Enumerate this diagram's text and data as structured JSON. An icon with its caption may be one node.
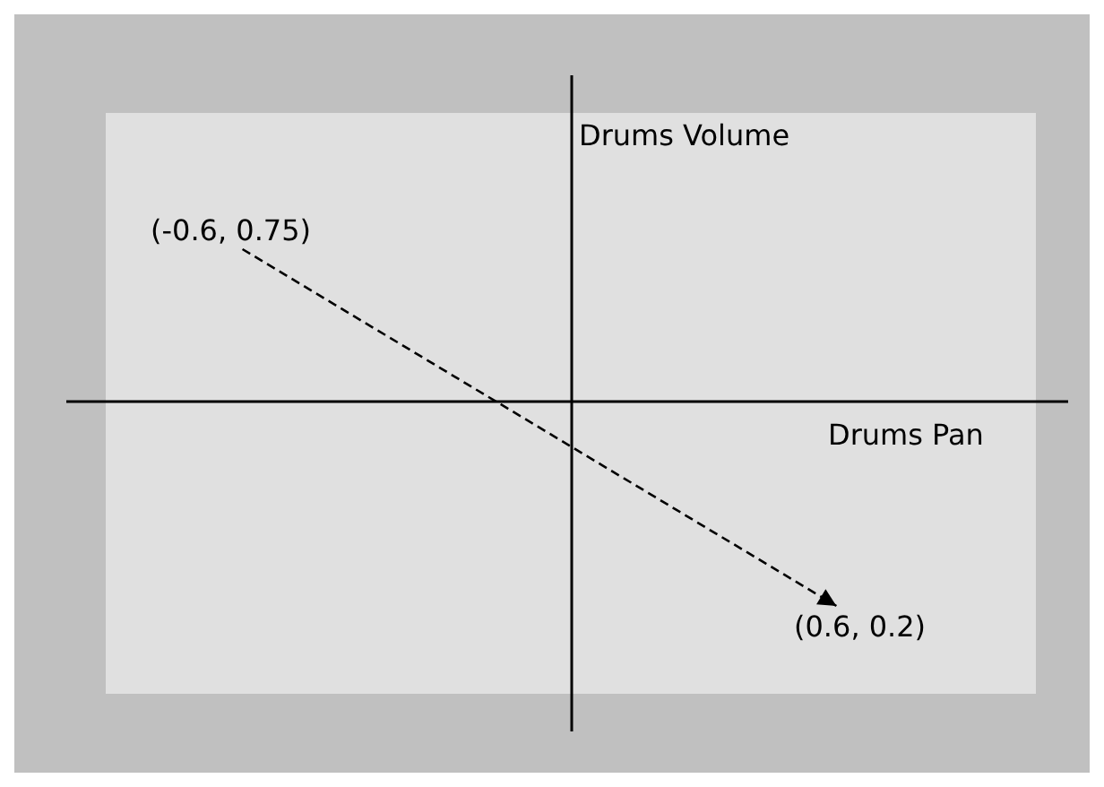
{
  "diagram": {
    "nodes": [
      {
        "text": [
          "(-0.6, 0.75)"
        ]
      },
      {
        "text": [
          "(0.6, 0.2)"
        ]
      }
    ],
    "edges": [
      {
        "from": 0,
        "to": 1,
        "arrow": "to",
        "style": "dashed"
      }
    ],
    "labels": [
      "Drums Volume",
      "Drums Pan"
    ]
  }
}
